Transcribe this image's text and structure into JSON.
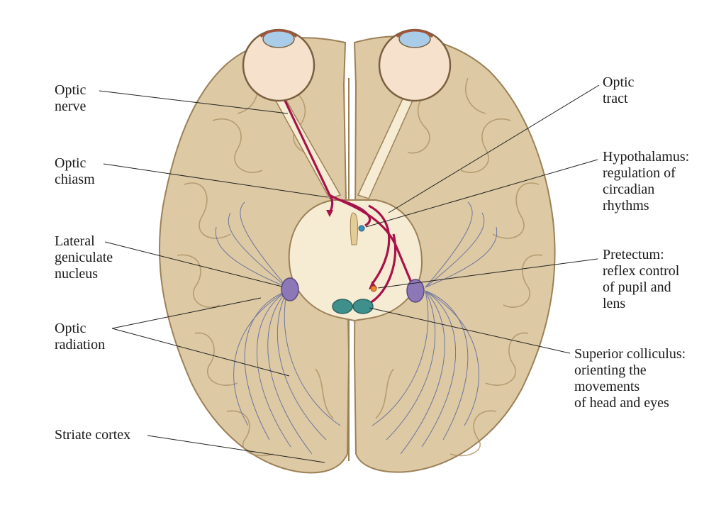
{
  "labels": {
    "optic_nerve": [
      "Optic",
      "nerve"
    ],
    "optic_chiasm": [
      "Optic",
      "chiasm"
    ],
    "lateral_geniculate_nucleus": [
      "Lateral",
      "geniculate",
      "nucleus"
    ],
    "optic_radiation": [
      "Optic",
      "radiation"
    ],
    "striate_cortex": [
      "Striate cortex"
    ],
    "optic_tract": [
      "Optic",
      "tract"
    ],
    "hypothalamus": [
      "Hypothalamus:",
      "regulation of",
      "circadian",
      "rhythms"
    ],
    "pretectum": [
      "Pretectum:",
      "reflex control",
      "of pupil and",
      "lens"
    ],
    "superior_colliculus": [
      "Superior colliculus:",
      "orienting the",
      "movements",
      "of head and eyes"
    ]
  },
  "colors": {
    "brain": "#ddc9a3",
    "brain_shadow": "#c7ae82",
    "pathway": "#f6ecd3",
    "axon": "#a8124a",
    "radiation": "#4a5a9e",
    "lgn": "#8c78b6",
    "colliculus": "#3f8f8c",
    "pretectum": "#e8892d",
    "hypothalamus": "#3d8fbd",
    "eye_lens": "#a9cde8"
  }
}
